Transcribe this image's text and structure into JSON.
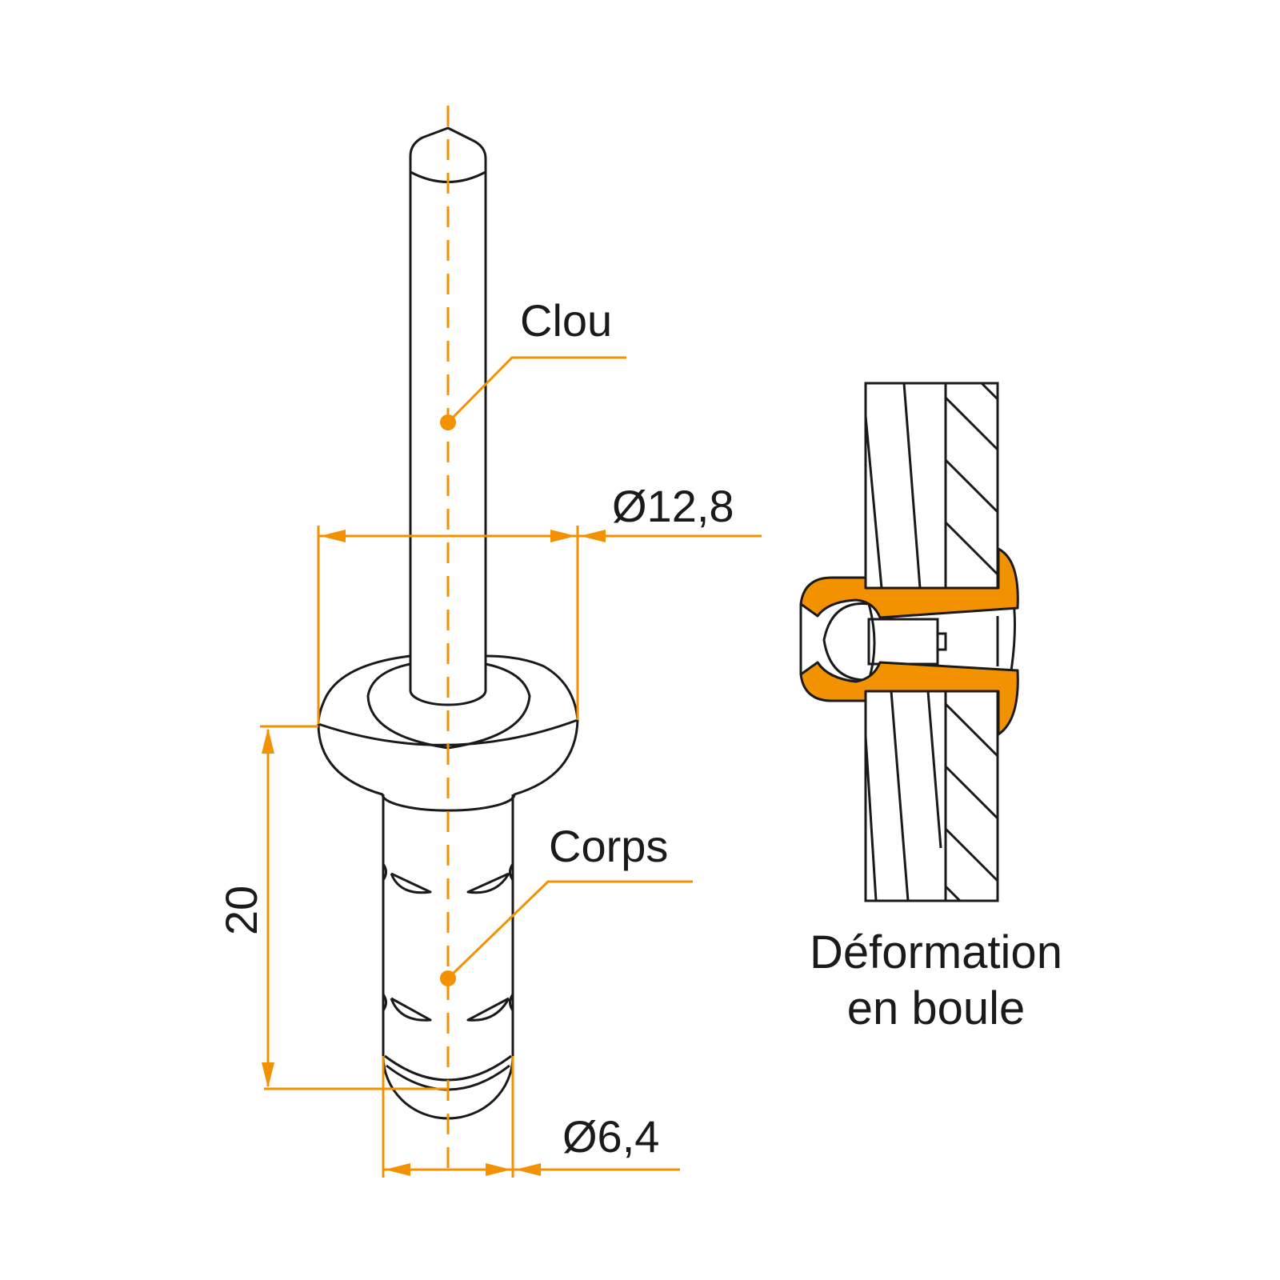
{
  "labels": {
    "nail": "Clou",
    "body": "Corps",
    "head_diameter": "Ø12,8",
    "body_diameter": "Ø6,4",
    "length": "20",
    "caption_line1": "Déformation",
    "caption_line2": "en boule"
  },
  "colors": {
    "outline": "#1a1a1a",
    "accent": "#f39200",
    "background": "#ffffff"
  }
}
